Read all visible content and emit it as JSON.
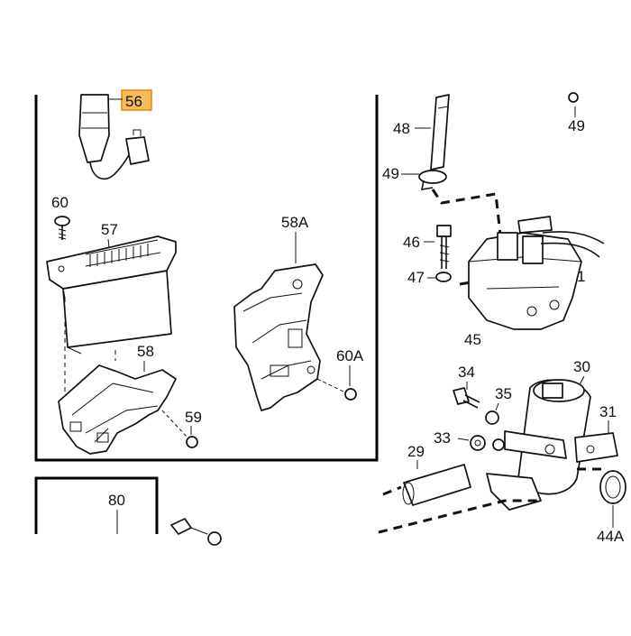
{
  "diagram": {
    "highlight_color": "#f5a623",
    "highlight_label": "56",
    "labels": {
      "p60": "60",
      "p57": "57",
      "p58": "58",
      "p59": "59",
      "p58a": "58A",
      "p60a": "60A",
      "p80": "80",
      "p48": "48",
      "p49_top": "49",
      "p49_left": "49",
      "p46": "46",
      "p47": "47",
      "p45": "45",
      "p1": "1",
      "p34": "34",
      "p35": "35",
      "p30": "30",
      "p31": "31",
      "p33": "33",
      "p29": "29",
      "p44a": "44A"
    }
  }
}
